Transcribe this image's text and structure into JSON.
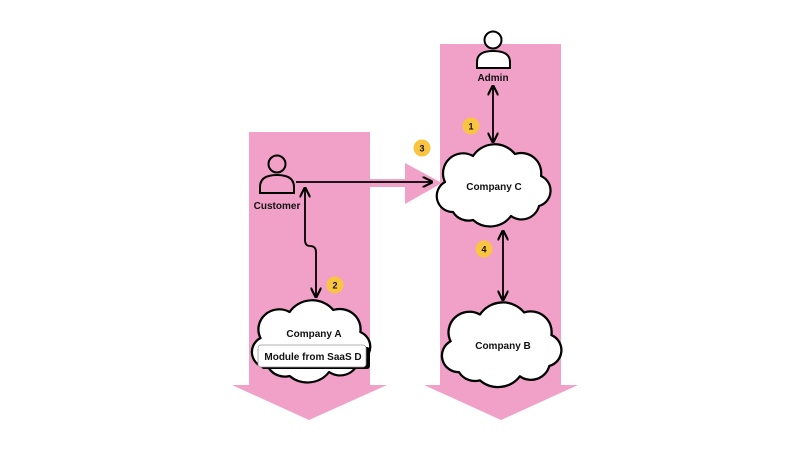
{
  "colors": {
    "flow_arrow": "#f1a0c8",
    "badge": "#f9c440",
    "stroke": "#000000"
  },
  "actors": {
    "customer": {
      "label": "Customer",
      "icon": "person-icon"
    },
    "admin": {
      "label": "Admin",
      "icon": "person-icon"
    }
  },
  "nodes": {
    "company_a": {
      "label": "Company A",
      "module": "Module from SaaS D"
    },
    "company_b": {
      "label": "Company B"
    },
    "company_c": {
      "label": "Company C"
    }
  },
  "badges": [
    "1",
    "2",
    "3",
    "4"
  ],
  "edges": [
    {
      "from": "Admin",
      "to": "Company C",
      "badge": "1",
      "direction": "both"
    },
    {
      "from": "Customer",
      "to": "Company A",
      "badge": "2",
      "direction": "both"
    },
    {
      "from": "Customer",
      "to": "Company C",
      "badge": "3",
      "direction": "forward"
    },
    {
      "from": "Company C",
      "to": "Company B",
      "badge": "4",
      "direction": "both"
    }
  ]
}
